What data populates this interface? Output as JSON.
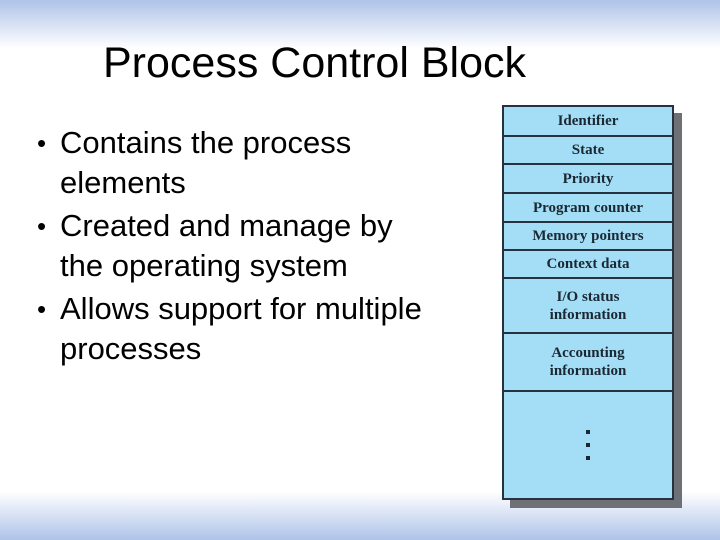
{
  "slide": {
    "title": "Process Control Block",
    "bullet_glyph": "•",
    "bullets": [
      {
        "label": "Contains the process\nelements"
      },
      {
        "label": "Created and manage by\nthe operating system"
      },
      {
        "label": "Allows support for multiple\nprocesses"
      }
    ]
  },
  "diagram": {
    "description": "process-control-block-structure",
    "rows": [
      {
        "label": "Identifier"
      },
      {
        "label": "State"
      },
      {
        "label": "Priority"
      },
      {
        "label": "Program counter"
      },
      {
        "label": "Memory pointers"
      },
      {
        "label": "Context data"
      },
      {
        "label": "I/O status\ninformation"
      },
      {
        "label": "Accounting\ninformation"
      },
      {
        "label": ""
      }
    ],
    "ellipsis_dot_count": 3,
    "colors": {
      "cell_fill": "#a4def6",
      "border": "#263240",
      "label_text": "#1a2833",
      "shadow": "#6d7175"
    }
  },
  "background": {
    "gradient_top": "#aec3e8",
    "gradient_middle": "#ffffff",
    "gradient_bottom": "#aec3e8"
  }
}
